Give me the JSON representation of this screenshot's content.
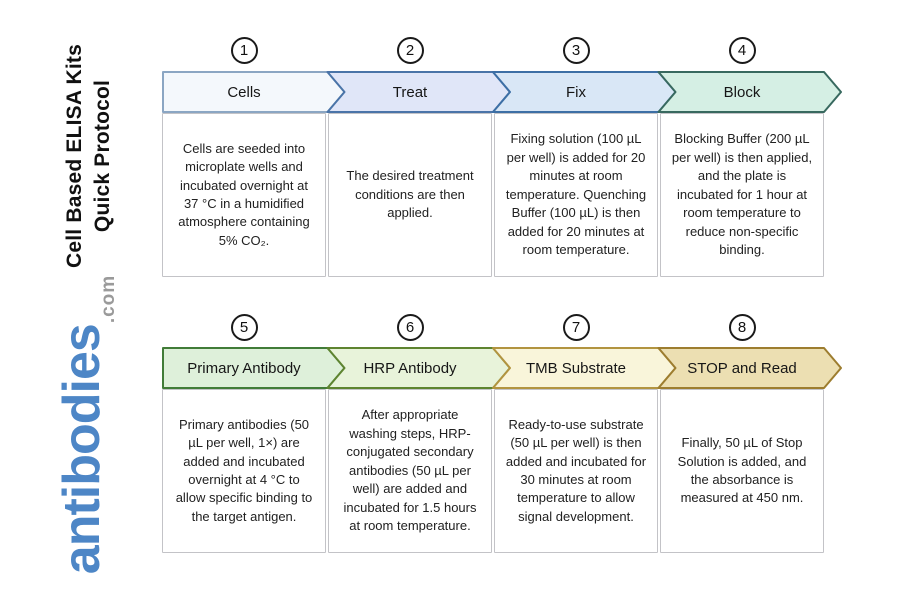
{
  "branding": {
    "title_line1": "Cell Based ELISA Kits",
    "title_line2": "Quick Protocol",
    "logo_name": "antibodies",
    "logo_tld": ".com",
    "logo_color": "#4d86c6",
    "logo_tld_color": "#9a9a9a"
  },
  "steps": [
    {
      "number": "1",
      "label": "Cells",
      "fill": "#f4f8fc",
      "stroke": "#8ba6c3",
      "description": "Cells are seeded into microplate wells and incubated overnight at 37 °C in a humidified atmosphere containing 5% CO₂."
    },
    {
      "number": "2",
      "label": "Treat",
      "fill": "#e0e6f8",
      "stroke": "#4a74a8",
      "description": "The desired treatment conditions are then applied."
    },
    {
      "number": "3",
      "label": "Fix",
      "fill": "#d9e7f6",
      "stroke": "#3d6fa5",
      "description": "Fixing solution (100 µL per well) is added for 20 minutes at room temperature. Quenching Buffer (100 µL) is then added for 20 minutes at room temperature."
    },
    {
      "number": "4",
      "label": "Block",
      "fill": "#d5efe4",
      "stroke": "#38695f",
      "description": "Blocking Buffer (200 µL per well) is then applied, and the plate is incubated for 1 hour at room temperature to reduce non-specific binding."
    },
    {
      "number": "5",
      "label": "Primary Antibody",
      "fill": "#def0da",
      "stroke": "#417c38",
      "description": "Primary antibodies (50 µL per well, 1×) are added and incubated overnight at 4 °C to allow specific binding to the target antigen."
    },
    {
      "number": "6",
      "label": "HRP Antibody",
      "fill": "#e8f3da",
      "stroke": "#5e8430",
      "description": "After appropriate washing steps, HRP-conjugated secondary antibodies (50 µL per well) are added and incubated for 1.5 hours at room temperature."
    },
    {
      "number": "7",
      "label": "TMB Substrate",
      "fill": "#f9f5da",
      "stroke": "#b29440",
      "description": "Ready-to-use substrate (50 µL per well) is then added and incubated for 30 minutes at room temperature to allow signal development."
    },
    {
      "number": "8",
      "label": "STOP and Read",
      "fill": "#ecdfb2",
      "stroke": "#9d7d2f",
      "description": "Finally, 50 µL of Stop Solution is added, and the absorbance is measured at 450 nm."
    }
  ]
}
